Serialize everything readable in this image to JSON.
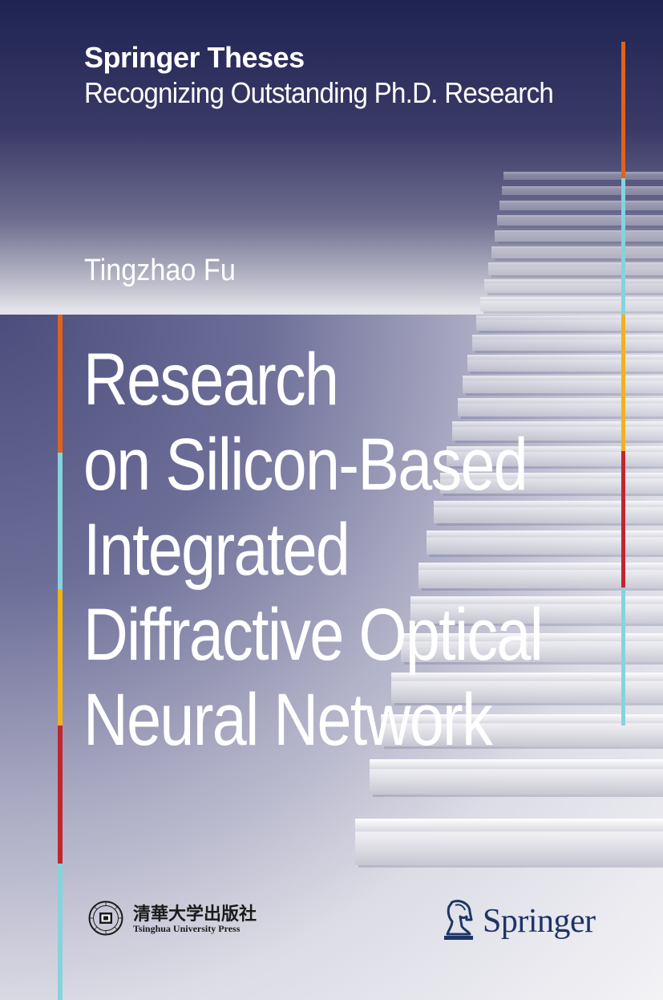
{
  "series": {
    "name": "Springer Theses",
    "subtitle": "Recognizing Outstanding Ph.D. Research"
  },
  "author": "Tingzhao Fu",
  "title_lines": [
    "Research",
    "on Silicon-Based",
    "Integrated",
    "Diffractive Optical",
    "Neural Network"
  ],
  "publishers": {
    "tsinghua_cn": "清華大学出版社",
    "tsinghua_en": "Tsinghua University Press",
    "springer": "Springer"
  },
  "colors": {
    "orange": "#e0621b",
    "cyan": "#86d3dc",
    "yellow": "#f1b21a",
    "red": "#c0262e",
    "springer_blue": "#1d3566"
  }
}
